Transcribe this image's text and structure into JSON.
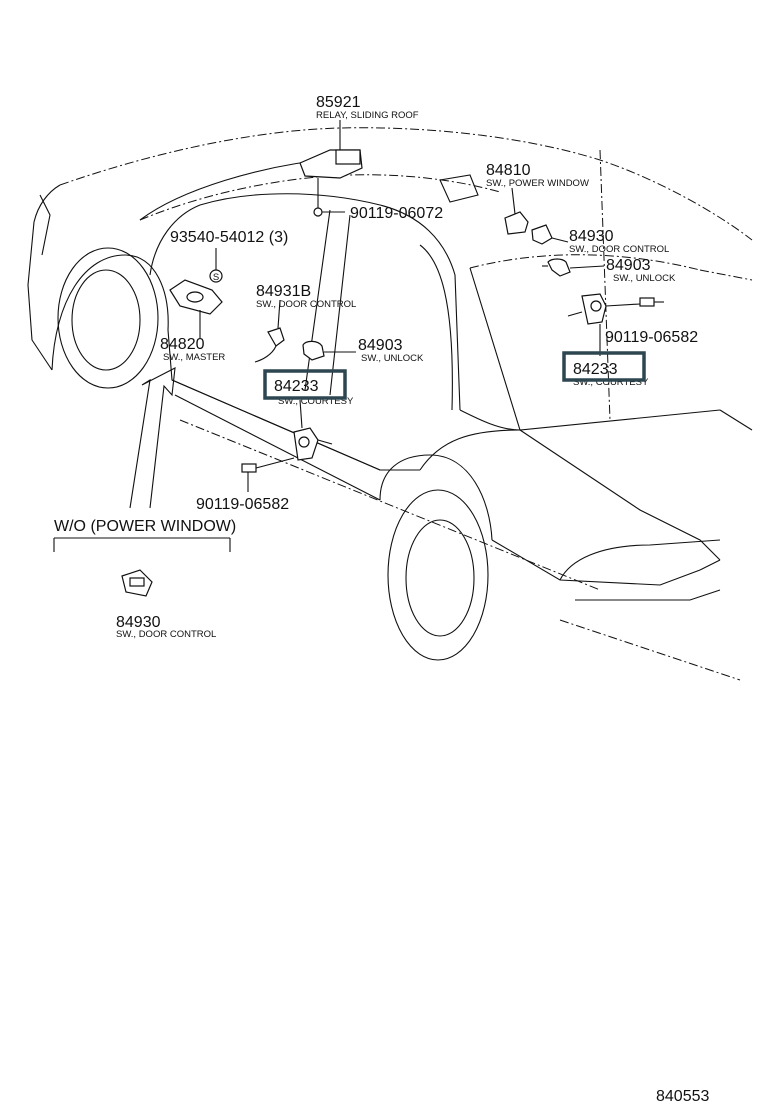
{
  "callouts": {
    "relay_sliding_roof": {
      "number": "85921",
      "description": "RELAY, SLIDING ROOF"
    },
    "bolt_06072": {
      "number": "90119-06072"
    },
    "sw_power_window": {
      "number": "84810",
      "description": "SW., POWER WINDOW"
    },
    "sw_door_control_rear": {
      "number": "84930",
      "description": "SW., DOOR CONTROL"
    },
    "sw_unlock_rear": {
      "number": "84903",
      "description": "SW., UNLOCK"
    },
    "bolt_06582_rear": {
      "number": "90119-06582"
    },
    "sw_courtesy_rear": {
      "number": "84233",
      "description": "SW., COURTESY"
    },
    "clip_93540": {
      "number": "93540-54012 (3)"
    },
    "sw_door_control_front": {
      "number": "84931B",
      "description": "SW., DOOR CONTROL"
    },
    "sw_master": {
      "number": "84820",
      "description": "SW., MASTER"
    },
    "sw_unlock_front": {
      "number": "84903",
      "description": "SW., UNLOCK"
    },
    "sw_courtesy_front": {
      "number": "84233",
      "description": "SW., COURTESY"
    },
    "bolt_06582_front": {
      "number": "90119-06582"
    },
    "variant_label": "W/O (POWER WINDOW)",
    "sw_door_control_variant": {
      "number": "84930",
      "description": "SW., DOOR CONTROL"
    },
    "clip_symbol": "S"
  },
  "highlight_color": "#2d4650",
  "diagram_id": "840553"
}
